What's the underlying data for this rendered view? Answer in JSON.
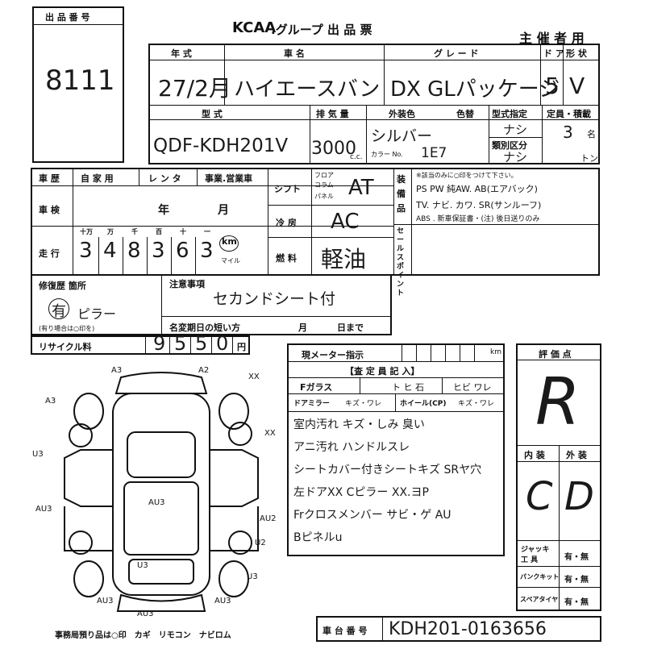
{
  "header": {
    "lot_label": "出 品 番 号",
    "lot_number": "8111",
    "logo_text": "KCAA",
    "title": ".グループ 出 品 票",
    "organizer": "主 催 者 用"
  },
  "row1": {
    "year_label": "年 式",
    "year_value": "27/2月",
    "name_label": "車 名",
    "name_value": "ハイエースバン",
    "grade_label": "グ レ ー ド",
    "grade_value": "DX GLパッケージ",
    "doors_label": "ド ア",
    "doors_value": "5",
    "shape_label": "形 状",
    "shape_value": "V"
  },
  "row2": {
    "model_label": "型 式",
    "model_value": "QDF-KDH201V",
    "disp_label": "排 気 量",
    "disp_value": "3000",
    "disp_unit": "c.c.",
    "color_label": "外装色",
    "color_value": "シルバー",
    "colorcode_label": "カラー No.",
    "colorcode_value": "1E7",
    "ichi_label": "色替",
    "type_spec_label": "型式指定",
    "type_spec_value": "ナシ",
    "category_label": "類別区分",
    "category_value": "ナシ",
    "capacity_label": "定員・積載",
    "capacity_value": "3",
    "capacity_unit": "名",
    "ton_unit": "トン"
  },
  "history": {
    "label": "車 歴",
    "options": [
      "自 家 用",
      "レ ン タ",
      "事業.営業車"
    ],
    "inspection_label": "車 検",
    "inspection_year": "年",
    "inspection_month": "月",
    "mileage_label": "走 行",
    "mileage_units": [
      "十万",
      "万",
      "千",
      "百",
      "十",
      "一"
    ],
    "mileage_digits": [
      "3",
      "4",
      "8",
      "3",
      "6",
      "3"
    ],
    "km_label": "km",
    "mile_label": "マイル"
  },
  "specs": {
    "shift_label": "シフト",
    "shift_options": [
      "フロア",
      "コラム",
      "パネル"
    ],
    "shift_value": "AT",
    "ac_label": "冷 房",
    "ac_value": "AC",
    "fuel_label": "燃 料",
    "fuel_value": "軽油"
  },
  "equipment": {
    "label": "装 備 品",
    "note": "※該当のみに○印をつけて下さい。",
    "line1": "PS PW 純AW. AB(エアバック)",
    "line2": "TV. ナビ. カワ. SR(サンルーフ)",
    "line3": "ABS . 新車保証書・(注) 後日送りのみ",
    "sales_point_label": "セールスポイント"
  },
  "repair": {
    "label": "修復歴 箇所",
    "value": "有",
    "note": "ピラー",
    "hint": "(有り場合は○印を)"
  },
  "notes": {
    "label": "注意事項",
    "value": "セカンドシート付",
    "deadline_label": "名変期日の短い方",
    "month_label": "月",
    "day_label": "日まで"
  },
  "recycle": {
    "label": "リサイクル料",
    "digits": [
      "9",
      "5",
      "5",
      "0"
    ],
    "unit": "円"
  },
  "inspector": {
    "meter_label": "現メーター指示",
    "meter_unit": "km",
    "section_label": "【査 定 員 記 入】",
    "glass_label": "Fガラス",
    "glass_options": "ト ヒ 石",
    "crack_options": "ヒビ ワレ",
    "mirror_label": "ドアミラー",
    "mirror_options": "キズ・ワレ",
    "wheel_label": "ホイール(CP)",
    "wheel_options": "キズ・ワレ",
    "comments": [
      "室内汚れ キズ・しみ 臭い",
      "アニ汚れ ハンドルスレ",
      "シートカバー付きシートキズ SRヤ穴",
      "左ドアXX Cピラー XX.ヨP",
      "Frクロスメンバー サビ・ゲ AU",
      "Bピネルu"
    ]
  },
  "score": {
    "label": "評 価 点",
    "value": "R",
    "interior_label": "内 装",
    "exterior_label": "外 装",
    "interior_value": "C",
    "exterior_value": "D"
  },
  "tools": {
    "jack_label": "ジャッキ 工 具",
    "puncture_label": "パンクキット",
    "spare_label": "スペアタイヤ",
    "option": "有・無"
  },
  "chassis": {
    "label": "車 台 番 号",
    "value": "KDH201-0163656"
  },
  "footer": {
    "text": "事務局預り品は○印　カギ　リモコン　ナビロム"
  },
  "diagram_marks": [
    "A3",
    "A2",
    "XX",
    "A3",
    "U3",
    "AU3",
    "AU3",
    "XX",
    "AU2",
    "U2",
    "U3",
    "AU3",
    "AU3",
    "U3",
    "AU3"
  ]
}
